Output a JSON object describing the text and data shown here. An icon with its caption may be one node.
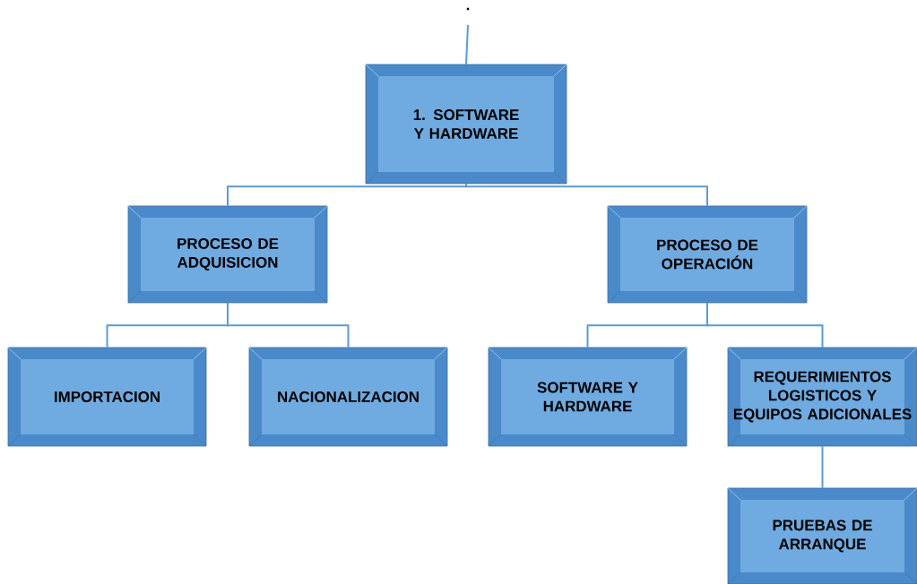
{
  "diagram": {
    "nodes": [
      {
        "text": [
          "1. SOFTWARE Y HARDWARE"
        ]
      },
      {
        "text": [
          "PROCESO DE ADQUISICION"
        ]
      },
      {
        "text": [
          "PROCESO DE OPERACIÓN"
        ]
      },
      {
        "text": [
          "IMPORTACION"
        ]
      },
      {
        "text": [
          "NACIONALIZACION"
        ]
      },
      {
        "text": [
          "SOFTWARE Y HARDWARE"
        ]
      },
      {
        "text": [
          "REQUERIMIENTOS LOGISTICOS Y EQUIPOS ADICIONALES"
        ]
      },
      {
        "text": [
          "PRUEBAS DE ARRANQUE"
        ]
      }
    ],
    "edges": [
      {
        "from": null,
        "to": 0,
        "arrow": "none"
      },
      {
        "from": 0,
        "to": 1,
        "arrow": "none"
      },
      {
        "from": 0,
        "to": 2,
        "arrow": "none"
      },
      {
        "from": 1,
        "to": 3,
        "arrow": "none"
      },
      {
        "from": 1,
        "to": 4,
        "arrow": "none"
      },
      {
        "from": 2,
        "to": 5,
        "arrow": "none"
      },
      {
        "from": 2,
        "to": 6,
        "arrow": "none"
      },
      {
        "from": 6,
        "to": 7,
        "arrow": "none"
      }
    ],
    "labels": [
      "."
    ]
  }
}
